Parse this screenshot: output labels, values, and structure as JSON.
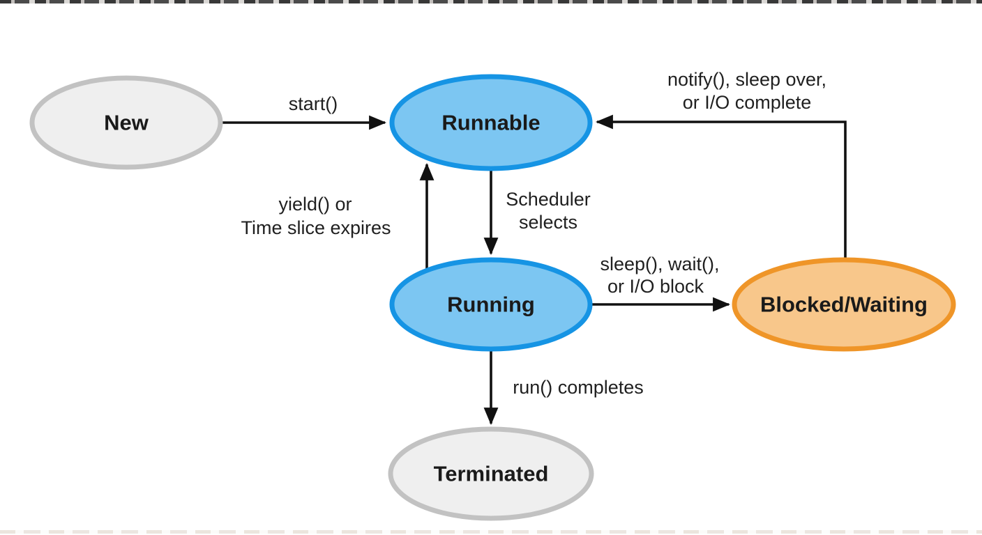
{
  "colors": {
    "arrow": "#111111",
    "node_text": "#1a1a1a",
    "edge_label_text": "#1f1f1f",
    "blue_fill": "#7cc6f2",
    "blue_stroke": "#1694e4",
    "orange_fill": "#f8c78b",
    "orange_stroke": "#ef9528",
    "gray_fill": "#efefef",
    "gray_stroke": "#c2c2c2"
  },
  "nodes": {
    "new": {
      "label": "New"
    },
    "runnable": {
      "label": "Runnable"
    },
    "running": {
      "label": "Running"
    },
    "blocked_waiting": {
      "label": "Blocked/Waiting"
    },
    "terminated": {
      "label": "Terminated"
    }
  },
  "edges": {
    "start": {
      "label": "start()"
    },
    "scheduler_selects": {
      "line1": "Scheduler",
      "line2": "selects"
    },
    "yield_timeslice": {
      "line1": "yield() or",
      "line2": "Time slice expires"
    },
    "sleep_wait": {
      "line1": "sleep(), wait(),",
      "line2": "or I/O block"
    },
    "notify_complete": {
      "line1": "notify(), sleep over,",
      "line2": "or I/O complete"
    },
    "run_completes": {
      "label": "run() completes"
    }
  }
}
